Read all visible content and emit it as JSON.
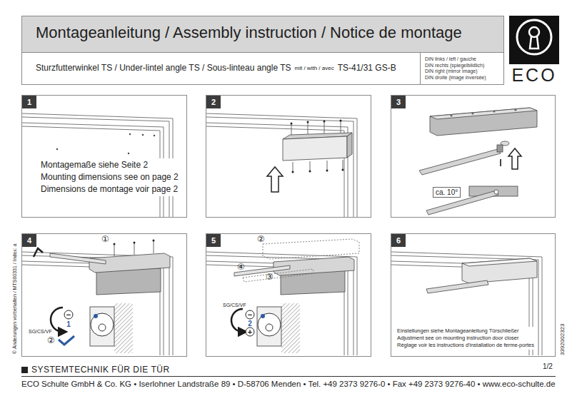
{
  "diagram": {
    "title": "Montageanleitung / Assembly instruction / Notice de montage",
    "nodes": [
      {
        "text": [
          "DIN links / left / gauche",
          "DIN rechts (spiegelbildlich)",
          "DIN right (mirror image)",
          "DIN droite (image inversée)"
        ]
      },
      {
        "text": [
          "ECO"
        ]
      },
      {
        "text": [
          "1"
        ]
      },
      {
        "text": [
          "Montagemaße siehe Seite 2",
          "Mounting dimensions see on page 2",
          "Dimensions de montage voir page 2"
        ],
        "in": 2
      },
      {
        "text": [
          "2"
        ]
      },
      {
        "text": [
          "3"
        ]
      },
      {
        "text": [
          "4"
        ]
      },
      {
        "text": [
          "5"
        ]
      },
      {
        "text": [
          "6"
        ]
      },
      {
        "text": [
          "Einstellungen siehe Montageanleitung Türschließer",
          "Adjustment see on mounting instruction door closer",
          "Réglage voir les instructions d'installation de ferme-portes"
        ],
        "in": 8
      }
    ],
    "labels": [
      "Sturzfutterwinkel TS / Under-lintel angle TS / Sous-linteau angle TS",
      "mit / with / avec",
      "TS-41/31 GS-B",
      "ca. 10°",
      "①",
      "SG/CS/VF",
      "−",
      "1",
      "②",
      "②",
      "④",
      "③",
      "SG/CS/VF",
      "−",
      "2",
      "+",
      "SYSTEMTECHNIK FÜR DIE TÜR",
      "1/2",
      "ECO Schulte GmbH & Co. KG • Iserlohner Landstraße 89 • D-58706 Menden • Tel. +49 2373 9276-0 • Fax +49 2373 9276-40 • www.eco-schulte.de",
      "© Änderungen vorbehalten / MTS00331 / Index: a",
      "3392002323"
    ]
  }
}
